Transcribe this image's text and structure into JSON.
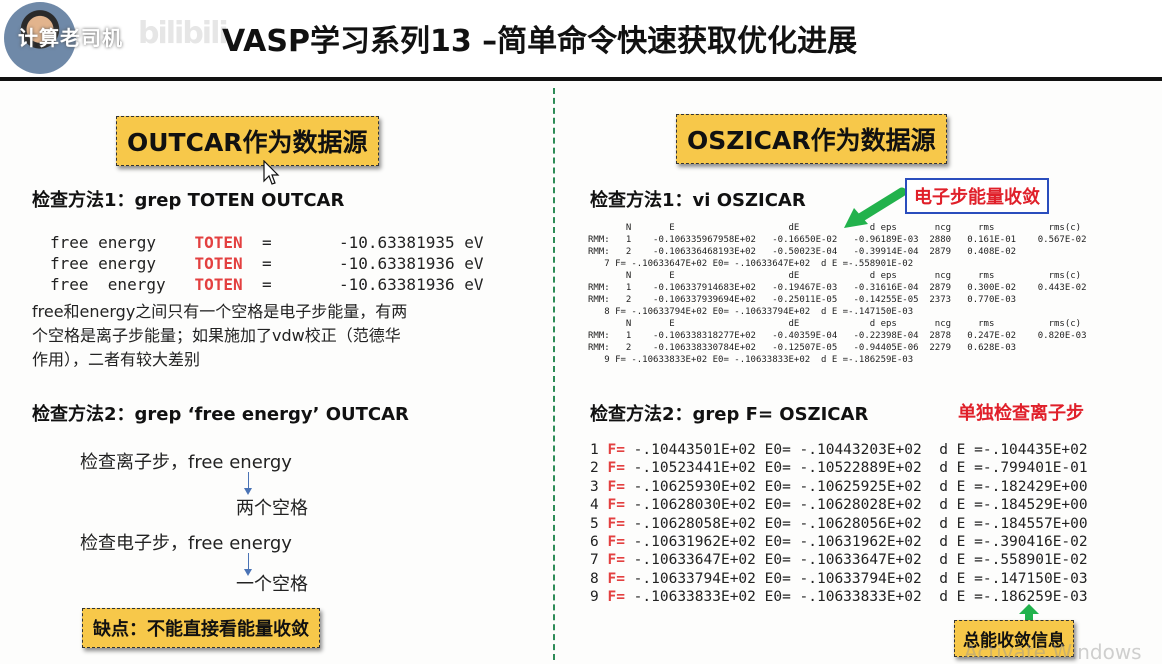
{
  "header": {
    "channel_name": "计算老司机",
    "logo_text": "bilibili",
    "title": "VASP学习系列13 –简单命令快速获取优化进展"
  },
  "left": {
    "box_title": "OUTCAR作为数据源",
    "method1": "检查方法1：grep TOTEN OUTCAR",
    "free_energy_lines": [
      {
        "pre": "free energy    ",
        "kw": "TOTEN",
        "post": "  =       -10.63381935 eV"
      },
      {
        "pre": "free energy    ",
        "kw": "TOTEN",
        "post": "  =       -10.63381936 eV"
      },
      {
        "pre": "free  energy   ",
        "kw": "TOTEN",
        "post": "  =       -10.63381936 eV"
      }
    ],
    "note_lines": [
      "free和energy之间只有一个空格是电子步能量，有两",
      "个空格是离子步能量；如果施加了vdw校正（范德华",
      "作用），二者有较大差别"
    ],
    "method2": "检查方法2：grep ‘free  energy’ OUTCAR",
    "ion_step": "检查离子步，free  energy",
    "two_spaces": "两个空格",
    "electron_step": "检查电子步，free energy",
    "one_space": "一个空格",
    "defect": "缺点：不能直接看能量收敛"
  },
  "right": {
    "box_title": "OSZICAR作为数据源",
    "method1": "检查方法1：vi OSZICAR",
    "e_label": "电子步能量收敛",
    "oszicar_lines": [
      "       N       E                     dE             d eps       ncg     rms          rms(c)",
      "RMM:   1    -0.106335967958E+02   -0.16650E-02   -0.96189E-03  2880   0.161E-01    0.567E-02",
      "RMM:   2    -0.106336468193E+02   -0.50023E-04   -0.39914E-04  2879   0.408E-02",
      "   7 F= -.10633647E+02 E0= -.10633647E+02  d E =-.558901E-02",
      "       N       E                     dE             d eps       ncg     rms          rms(c)",
      "RMM:   1    -0.106337914683E+02   -0.19467E-03   -0.31616E-04  2879   0.300E-02    0.443E-02",
      "RMM:   2    -0.106337939694E+02   -0.25011E-05   -0.14255E-05  2373   0.770E-03",
      "   8 F= -.10633794E+02 E0= -.10633794E+02  d E =-.147150E-03",
      "       N       E                     dE             d eps       ncg     rms          rms(c)",
      "RMM:   1    -0.106338318277E+02   -0.40359E-04   -0.22398E-04  2878   0.247E-02    0.820E-03",
      "RMM:   2    -0.106338330784E+02   -0.12507E-05   -0.94405E-06  2279   0.628E-03",
      "   9 F= -.10633833E+02 E0= -.10633833E+02  d E =-.186259E-03"
    ],
    "method2": "检查方法2：grep F= OSZICAR",
    "ion_label": "单独检查离子步",
    "grep_lines": [
      {
        "n": "1",
        "rest": " -.10443501E+02 E0= -.10443203E+02  d E =-.104435E+02"
      },
      {
        "n": "2",
        "rest": " -.10523441E+02 E0= -.10522889E+02  d E =-.799401E-01"
      },
      {
        "n": "3",
        "rest": " -.10625930E+02 E0= -.10625925E+02  d E =-.182429E+00"
      },
      {
        "n": "4",
        "rest": " -.10628030E+02 E0= -.10628028E+02  d E =-.184529E+00"
      },
      {
        "n": "5",
        "rest": " -.10628058E+02 E0= -.10628056E+02  d E =-.184557E+00"
      },
      {
        "n": "6",
        "rest": " -.10631962E+02 E0= -.10631962E+02  d E =-.390416E-02"
      },
      {
        "n": "7",
        "rest": " -.10633647E+02 E0= -.10633647E+02  d E =-.558901E-02"
      },
      {
        "n": "8",
        "rest": " -.10633794E+02 E0= -.10633794E+02  d E =-.147150E-03"
      },
      {
        "n": "9",
        "rest": " -.10633833E+02 E0= -.10633833E+02  d E =-.186259E-03"
      }
    ],
    "f_label": "F=",
    "energy_info": "总能收敛信息"
  },
  "watermark": "Activate Windows",
  "colors": {
    "highlight_box": "#f7c84a",
    "keyword_red": "#e34040",
    "arrow_green": "#22b24c",
    "divider_green": "#2e8b57"
  }
}
